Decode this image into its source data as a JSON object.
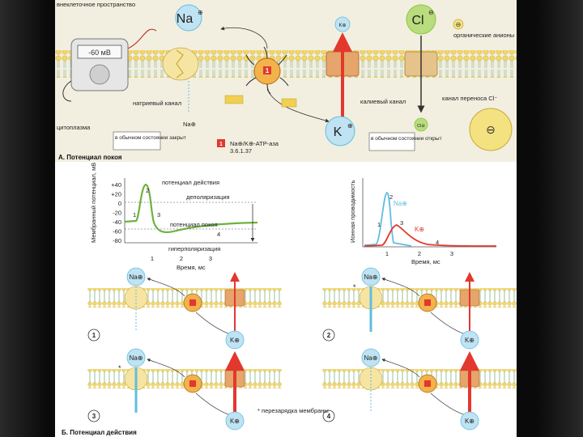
{
  "colors": {
    "page": "#ffffff",
    "section_a_bg": "#f2efe0",
    "membrane_head": "#f1d768",
    "membrane_tail": "#d7ead6",
    "na_color": "#62bde0",
    "k_color": "#e2382e",
    "cl_color": "#8cc63e",
    "pump_color": "#e99a30",
    "anion_color": "#f4e180"
  },
  "section_a": {
    "extracellular_label": "внеклеточное пространство",
    "cytoplasm_label": "цитоплазма",
    "na_ion": "Na",
    "na_charge": "⊕",
    "k_ion": "K",
    "k_charge": "⊕",
    "cl_ion": "Cl",
    "cl_charge": "⊖",
    "small_na": "Na⊕",
    "small_k": "K⊕",
    "small_cl": "Cl⊖",
    "voltmeter_value": "-60 мВ",
    "sodium_channel_label": "натриевый канал",
    "closed_state_label": "в обычном состоянии закрыт",
    "potassium_channel_label": "калиевый канал",
    "open_state_label": "в обычном состоянии открыт",
    "cl_channel_label": "канал переноса Cl⁻",
    "organic_anions_label": "органические анионы",
    "anion_sign": "⊖",
    "pump_marker": "1",
    "pump_label": "Na⊕/K⊕-АТР-аза",
    "pump_ec": "3.6.1.37",
    "title": "А. Потенциал покоя"
  },
  "graph1": {
    "ylabel": "Мембранный потенциал, мВ",
    "xlabel": "Время, мс",
    "y_ticks": [
      "+40",
      "+20",
      "0",
      "-20",
      "-40",
      "-60",
      "-80"
    ],
    "x_ticks": [
      "1",
      "2",
      "3"
    ],
    "label_action": "потенциал действия",
    "label_depol": "деполяризация",
    "label_rest": "потенциал покоя",
    "label_hyper": "гиперполяризация",
    "phase_labels": [
      "1",
      "2",
      "3",
      "4"
    ]
  },
  "graph2": {
    "ylabel": "Ионная проводимость",
    "xlabel": "Время, мс",
    "x_ticks": [
      "1",
      "2",
      "3"
    ],
    "na_label": "Na⊕",
    "k_label": "K⊕",
    "phase_labels": [
      "1",
      "2",
      "3",
      "4"
    ]
  },
  "panels": [
    {
      "number": "1",
      "na": "Na⊕",
      "k": "K⊕",
      "star": ""
    },
    {
      "number": "2",
      "na": "Na⊕",
      "k": "K⊕",
      "star": "*"
    },
    {
      "number": "3",
      "na": "Na⊕",
      "k": "K⊕",
      "star": "*"
    },
    {
      "number": "4",
      "na": "Na⊕",
      "k": "K⊕",
      "star": ""
    }
  ],
  "footnote": "* перезарядка мембраны",
  "title_b": "Б. Потенциал действия"
}
